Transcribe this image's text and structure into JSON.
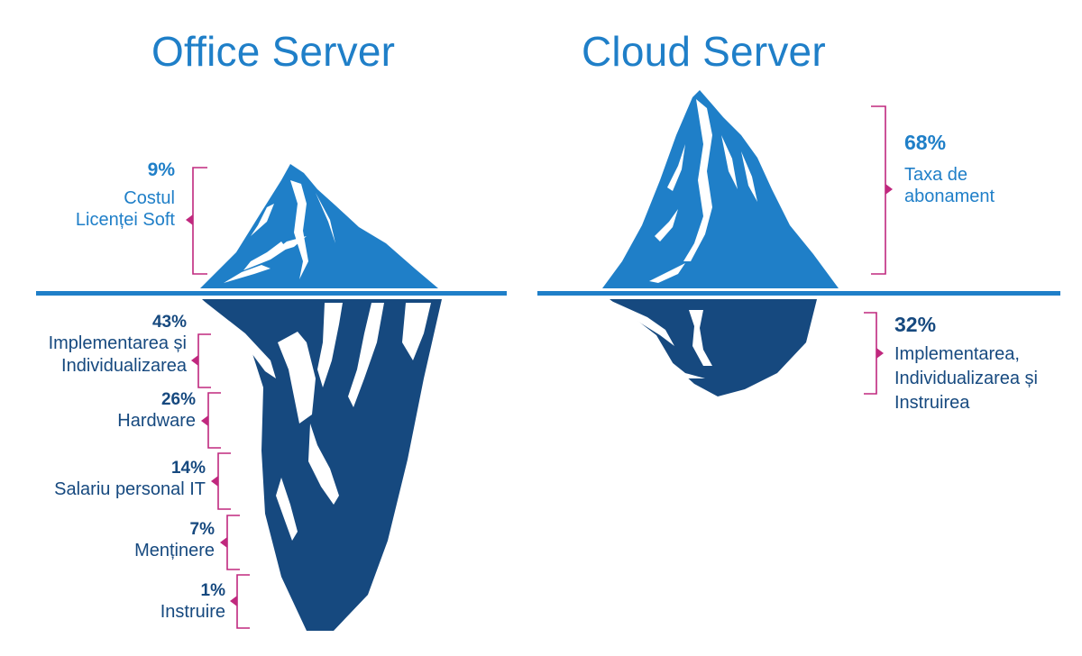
{
  "diagram": {
    "colors": {
      "title": "#1f7fc8",
      "ice_above": "#1f7fc8",
      "ice_below": "#16497f",
      "waterline": "#1f7fc8",
      "bracket": "#c0287e"
    },
    "office": {
      "title": "Office Server",
      "above": {
        "percent": "9%",
        "line1": "Costul",
        "line2": "Licenței Soft"
      },
      "below": [
        {
          "percent": "43%",
          "line1": "Implementarea și",
          "line2": "Individualizarea"
        },
        {
          "percent": "26%",
          "line1": "Hardware"
        },
        {
          "percent": "14%",
          "line1": "Salariu personal IT"
        },
        {
          "percent": "7%",
          "line1": "Menținere"
        },
        {
          "percent": "1%",
          "line1": "Instruire"
        }
      ]
    },
    "cloud": {
      "title": "Cloud Server",
      "above": {
        "percent": "68%",
        "line1": "Taxa de",
        "line2": "abonament"
      },
      "below": {
        "percent": "32%",
        "line1": "Implementarea,",
        "line2": "Individualizarea și",
        "line3": "Instruirea"
      }
    }
  }
}
